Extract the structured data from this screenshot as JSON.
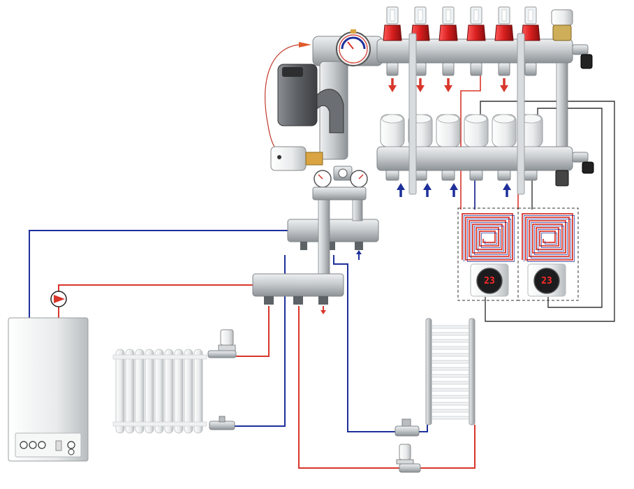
{
  "thermostats": [
    {
      "display": "23"
    },
    {
      "display": "23"
    }
  ],
  "colors": {
    "supply": "#d8362b",
    "return": "#1d2f9a",
    "signal": "#333333",
    "cap_red": "#d81e1e",
    "manifold": "#cfd3d6",
    "pump": "#6b6e72"
  },
  "icons": {
    "boiler": "boiler-icon",
    "radiator": "radiator-icon",
    "towel_rail": "towel-rail-icon",
    "pump": "circulation-pump-icon",
    "thermostat": "room-thermostat-icon",
    "underfloor_loop": "underfloor-heating-loop-icon"
  },
  "manifold": {
    "supply_outlets": 6,
    "return_outlets": 6
  }
}
